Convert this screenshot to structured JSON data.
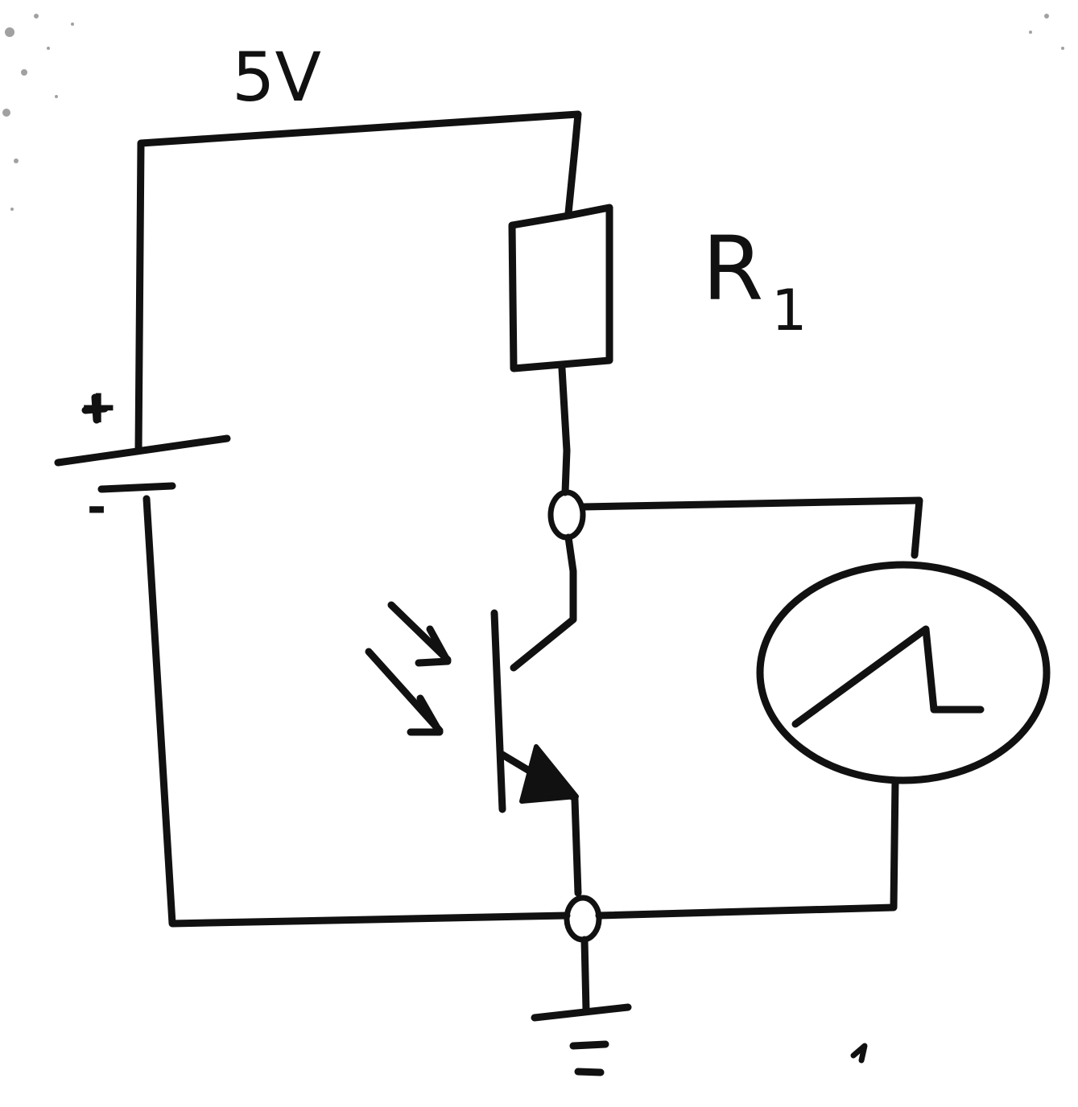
{
  "labels": {
    "voltage": "5V",
    "resistor_main": "R",
    "resistor_sub": "1",
    "battery_plus": "+",
    "battery_minus": "-"
  },
  "colors": {
    "ink": "#111111",
    "paper": "#ffffff"
  },
  "components": [
    {
      "id": "battery",
      "type": "battery"
    },
    {
      "id": "resistor",
      "type": "resistor"
    },
    {
      "id": "phototransistor",
      "type": "phototransistor"
    },
    {
      "id": "oscilloscope",
      "type": "oscilloscope"
    },
    {
      "id": "ground",
      "type": "ground"
    }
  ]
}
